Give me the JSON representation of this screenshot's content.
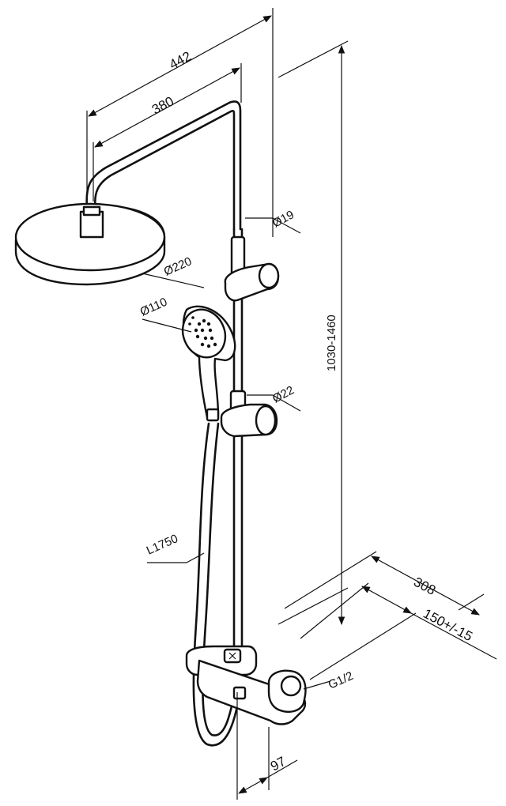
{
  "drawing": {
    "line_color": "#111111",
    "background": "#ffffff"
  },
  "dimensions": {
    "overall_width": "442",
    "arm_length": "380",
    "pipe_dia_upper": "Ø19",
    "head_dia": "Ø220",
    "hand_dia": "Ø110",
    "pipe_dia_lower": "Ø22",
    "height_range": "1030-1460",
    "hose_length": "L1750",
    "depth": "308",
    "centers": "150+/-15",
    "thread": "G1/2",
    "bottom_offset": "97"
  }
}
